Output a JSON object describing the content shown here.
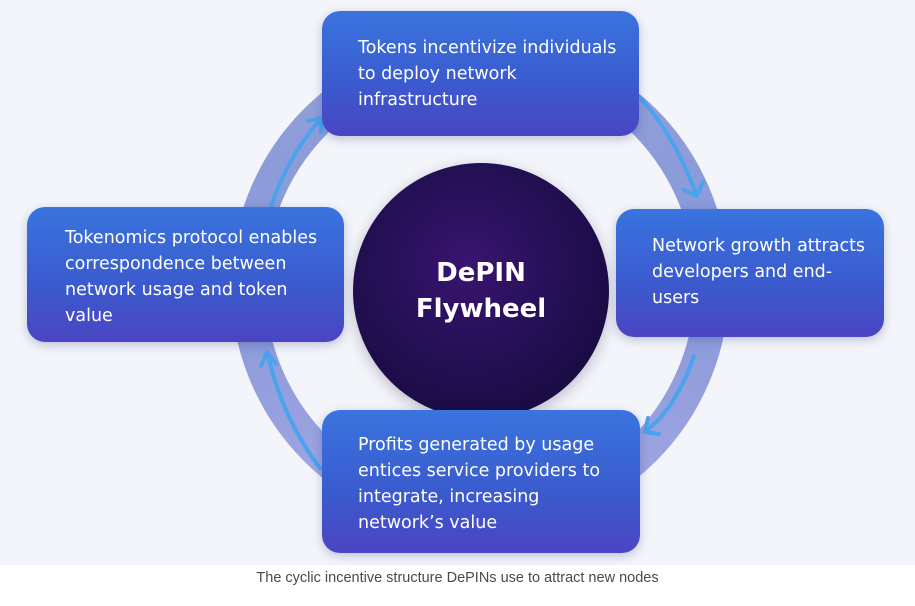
{
  "diagram": {
    "center_label": "DePIN Flywheel",
    "steps": [
      "Tokens incentivize individuals to deploy network infrastructure",
      "Network growth attracts developers and end-users",
      "Profits generated by usage entices service providers to integrate, increasing network’s value",
      "Tokenomics protocol enables correspondence between network usage and token value"
    ]
  },
  "caption": "The cyclic incentive structure DePINs use to attract new nodes",
  "colors": {
    "canvas_background": "#f3f5fa",
    "ring_color": "#7d8fd6",
    "arrow_color": "#4aa3ec",
    "card_gradient_top": "#3a74de",
    "card_gradient_bottom": "#4a45c2",
    "hub_color": "#241055",
    "caption_text": "#4a4a4a"
  }
}
